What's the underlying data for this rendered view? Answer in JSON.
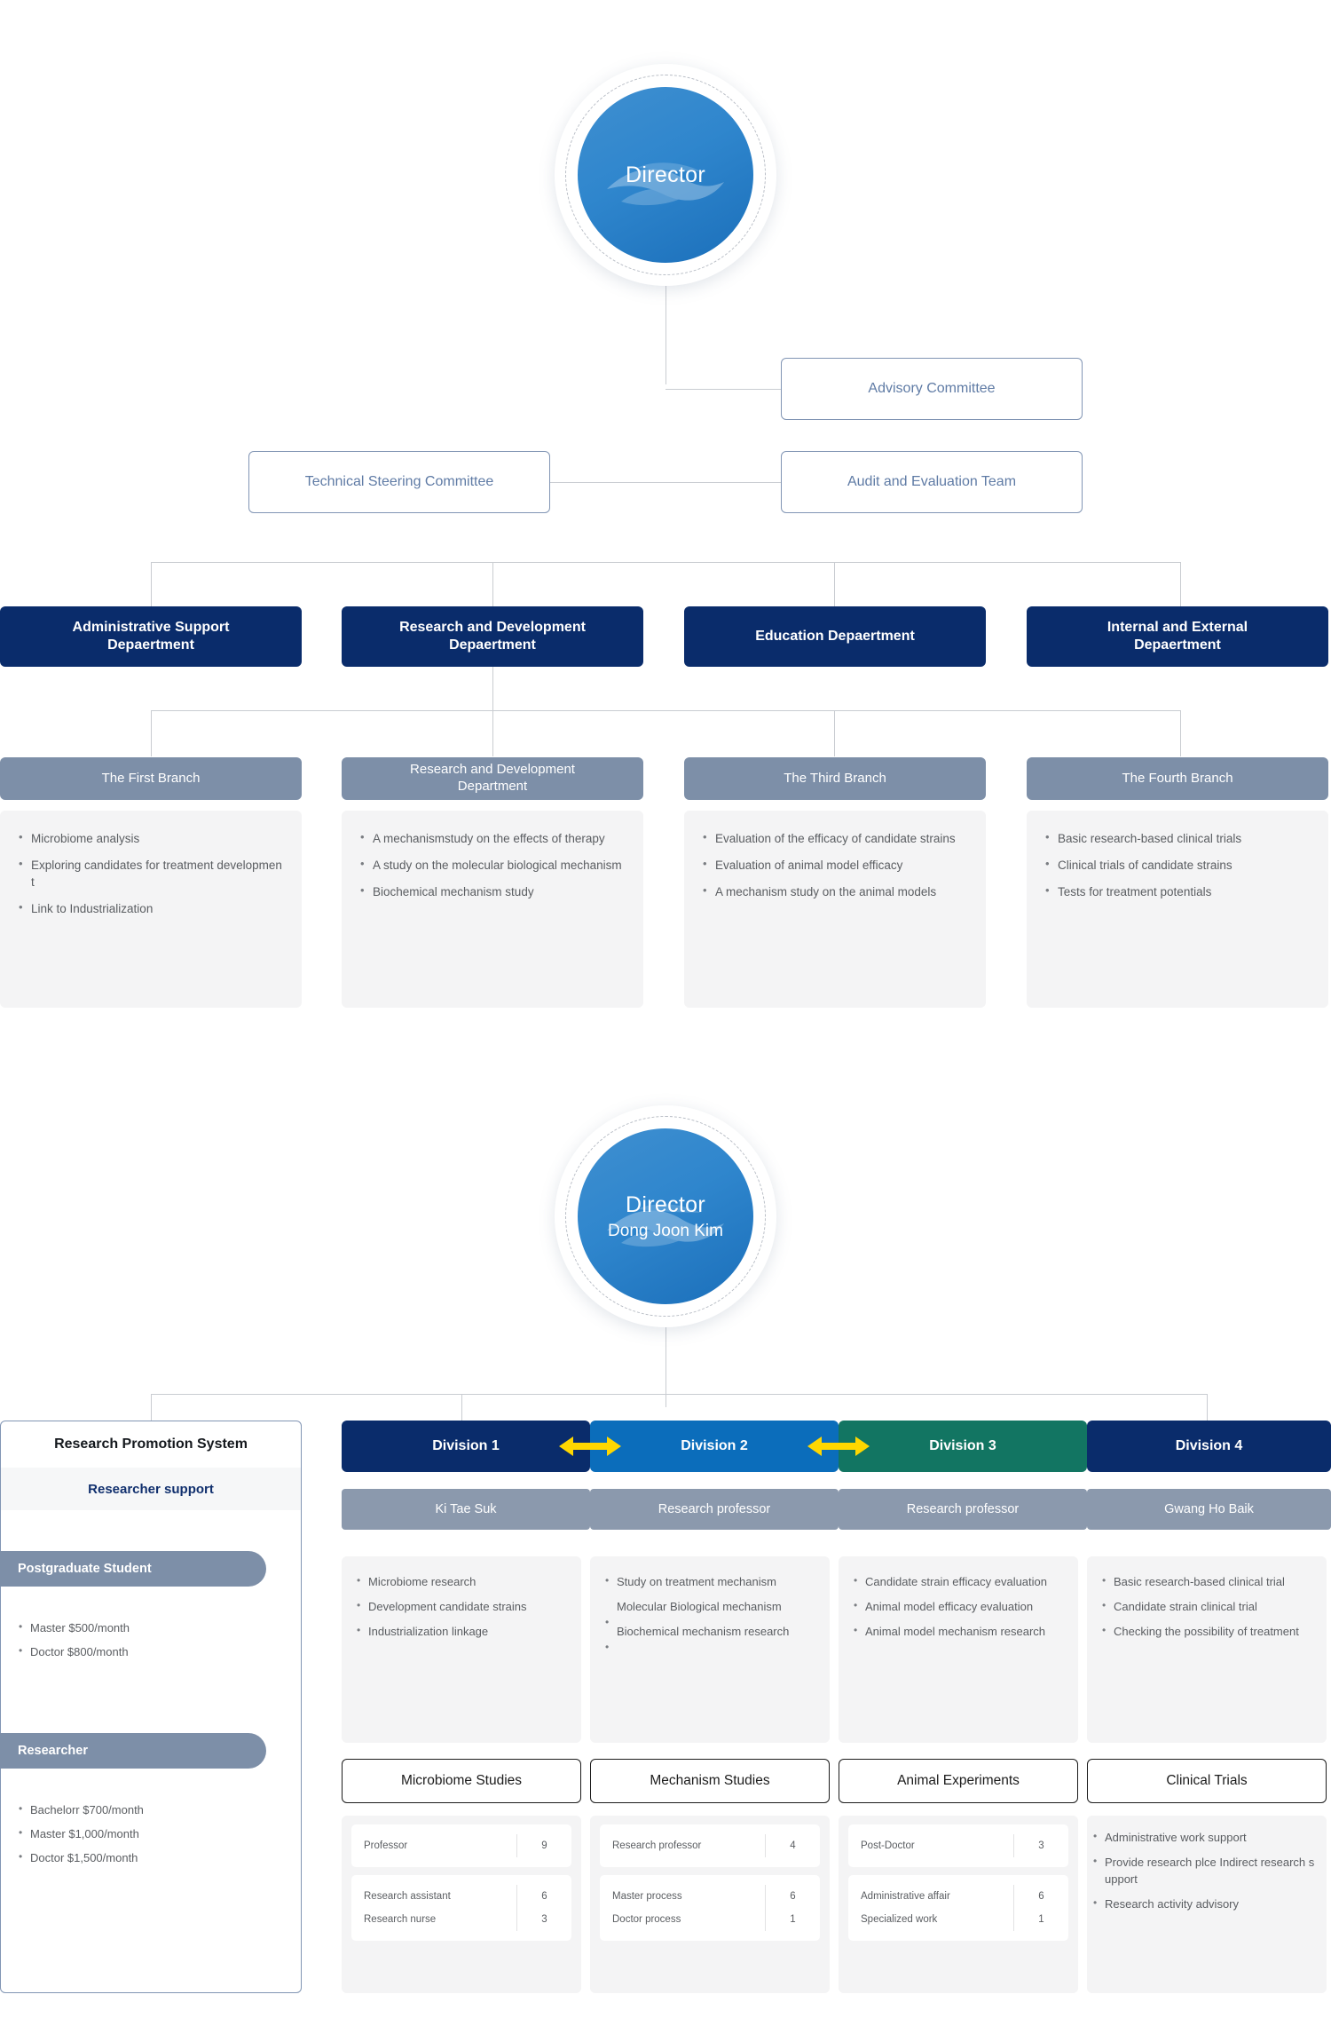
{
  "top": {
    "director": {
      "title": "Director"
    },
    "committees": [
      {
        "id": "advisory",
        "label": "Advisory Committee"
      },
      {
        "id": "technical",
        "label": "Technical Steering Committee"
      },
      {
        "id": "audit",
        "label": "Audit and Evaluation Team"
      }
    ],
    "departments": [
      {
        "id": "admin",
        "label": "Administrative Support\nDepaertment"
      },
      {
        "id": "rnd",
        "label": "Research and Development\nDepaertment"
      },
      {
        "id": "edu",
        "label": "Education Depaertment"
      },
      {
        "id": "internal",
        "label": "Internal and External\nDepaertment"
      }
    ],
    "branches": [
      {
        "id": "first",
        "head": "The First Branch",
        "items": [
          "Microbiome analysis",
          "Exploring candidates for treatment development",
          "Link to Industrialization"
        ]
      },
      {
        "id": "rnd-dept",
        "head": "Research and Development\nDepartment",
        "items": [
          "A mechanismstudy on the effects of therapy",
          "A study on the molecular biological mechanism",
          "Biochemical mechanism study"
        ]
      },
      {
        "id": "third",
        "head": "The Third Branch",
        "items": [
          "Evaluation of the efficacy of candidate strains",
          "Evaluation of animal model efficacy",
          "A mechanism study on the animal models"
        ]
      },
      {
        "id": "fourth",
        "head": "The Fourth Branch",
        "items": [
          "Basic research-based clinical trials",
          "Clinical trials of candidate strains",
          "Tests for treatment potentials"
        ]
      }
    ]
  },
  "bottom": {
    "director": {
      "title": "Director",
      "name": "Dong Joon Kim"
    },
    "rps": {
      "title": "Research Promotion System",
      "subtitle": "Researcher support",
      "groups": [
        {
          "id": "postgraduate",
          "label": "Postgraduate Student",
          "items": [
            "Master $500/month",
            "Doctor $800/month"
          ]
        },
        {
          "id": "researcher",
          "label": "Researcher",
          "items": [
            "Bachelorr $700/month",
            "Master $1,000/month",
            "Doctor $1,500/month"
          ]
        }
      ]
    },
    "divisions": [
      {
        "id": "division-1",
        "label": "Division 1",
        "color": "#0a2c6b",
        "lead": "Ki Tae Suk",
        "items": [
          {
            "text": "Microbiome research",
            "mid": false
          },
          {
            "text": "Development candidate strains",
            "mid": false
          },
          {
            "text": "Industrialization linkage",
            "mid": false
          }
        ],
        "study": "Microbiome Studies",
        "table": [
          [
            {
              "k": "Professor",
              "v": "9"
            }
          ],
          [
            {
              "k": "Research assistant",
              "v": "6"
            },
            {
              "k": "Research nurse",
              "v": "3"
            }
          ]
        ]
      },
      {
        "id": "division-2",
        "label": "Division 2",
        "color": "#0b6dbb",
        "lead": "Research professor",
        "items": [
          {
            "text": "Study on treatment mechanism",
            "mid": false
          },
          {
            "text": "Molecular Biological mechanism",
            "mid": true
          },
          {
            "text": "Biochemical mechanism research",
            "mid": true
          }
        ],
        "study": "Mechanism Studies",
        "table": [
          [
            {
              "k": "Research professor",
              "v": "4"
            }
          ],
          [
            {
              "k": "Master process",
              "v": "6"
            },
            {
              "k": "Doctor process",
              "v": "1"
            }
          ]
        ]
      },
      {
        "id": "division-3",
        "label": "Division 3",
        "color": "#127562",
        "lead": "Research professor",
        "items": [
          {
            "text": "Candidate strain efficacy evaluation",
            "mid": false
          },
          {
            "text": "Animal model efficacy evaluation",
            "mid": false
          },
          {
            "text": "Animal model mechanism research",
            "mid": false
          }
        ],
        "study": "Animal Experiments",
        "table": [
          [
            {
              "k": "Post-Doctor",
              "v": "3"
            }
          ],
          [
            {
              "k": "Administrative affair",
              "v": "6"
            },
            {
              "k": "Specialized work",
              "v": "1"
            }
          ]
        ]
      },
      {
        "id": "division-4",
        "label": "Division 4",
        "color": "#0a2c6b",
        "lead": "Gwang Ho Baik",
        "items": [
          {
            "text": "Basic research-based clinical trial",
            "mid": false
          },
          {
            "text": "Candidate strain clinical trial",
            "mid": false
          },
          {
            "text": "Checking the possibility of treatment",
            "mid": false
          }
        ],
        "study": "Clinical Trials",
        "bullets": [
          "Administrative work support",
          "Provide research plce Indirect research support",
          "Research activity advisory"
        ]
      }
    ],
    "arrows": [
      "exchange-arrow",
      "exchange-arrow"
    ]
  },
  "colors": {
    "navy": "#0a2c6b",
    "blue": "#0b6dbb",
    "teal": "#127562",
    "slate": "#7d8fa8",
    "arrow_yellow": "#FFD700",
    "line": "#c9ccd1"
  }
}
